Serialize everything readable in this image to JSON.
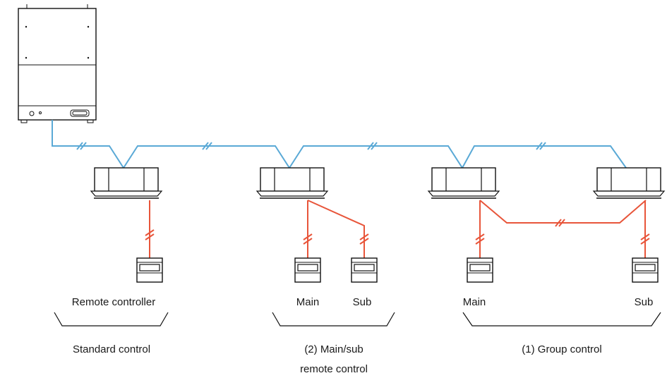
{
  "labels": {
    "remote_controller": "Remote controller",
    "main_1": "Main",
    "sub_1": "Sub",
    "main_2": "Main",
    "sub_2": "Sub"
  },
  "groups": {
    "standard": "Standard control",
    "main_sub_line1": "(2) Main/sub",
    "main_sub_line2": "remote control",
    "group": "(1) Group control"
  },
  "colors": {
    "refrigerant_pipe": "#5aa9d6",
    "control_wire": "#e8553a"
  }
}
